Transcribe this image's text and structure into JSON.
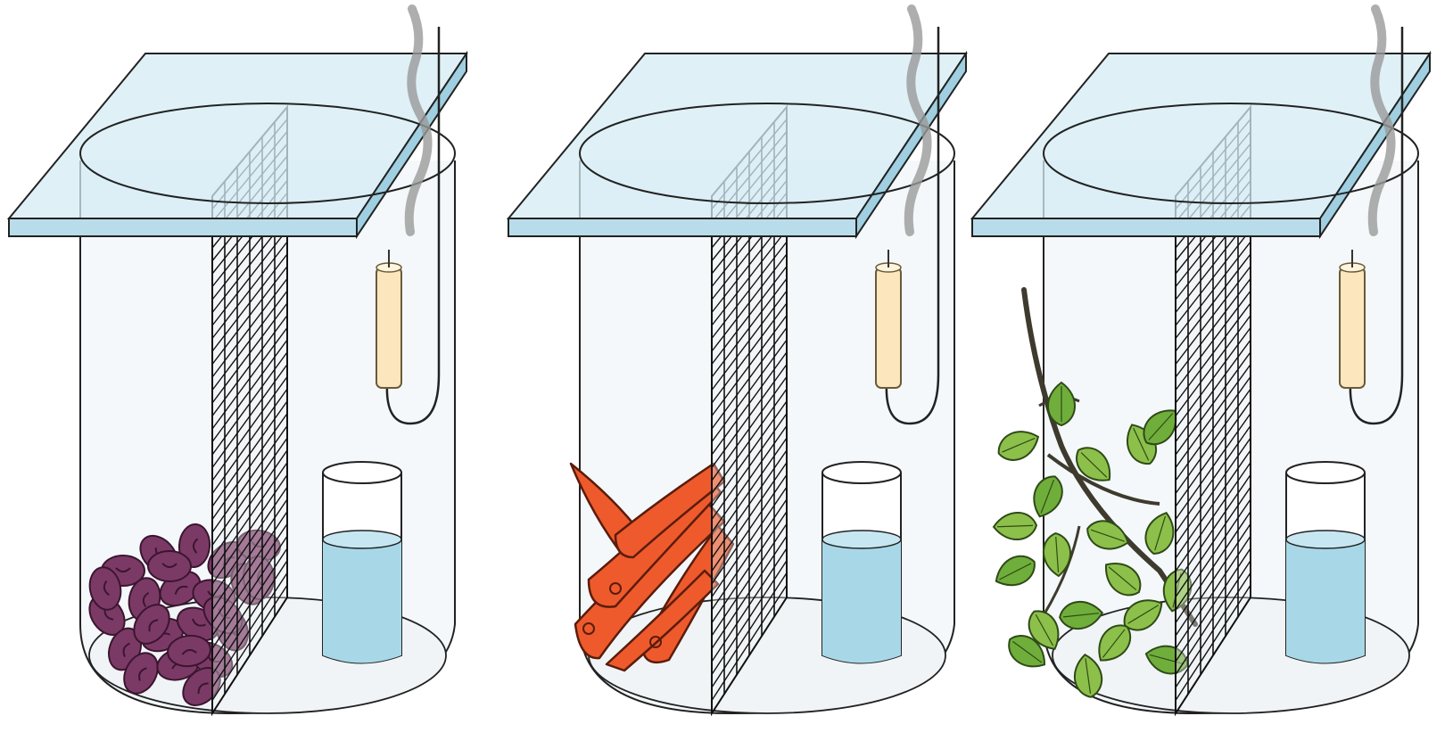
{
  "figure": {
    "setups": [
      {
        "id": "setup-1",
        "contents": "kidney-beans",
        "contents_color": "#7b3a66"
      },
      {
        "id": "setup-2",
        "contents": "carrots",
        "contents_color": "#ee5a2c"
      },
      {
        "id": "setup-3",
        "contents": "leafy-branch",
        "contents_color": "#8cc04a"
      }
    ],
    "colors": {
      "lid": "#d4ecf4",
      "jar_fill": "#f4f8fa",
      "mesh": "#111111",
      "candle": "#fbe6bd",
      "flame": "#f6bd55",
      "water": "#a8d8e8",
      "smoke": "#9a9a9a",
      "outline": "#222222"
    },
    "icons": [
      "glass-lid-icon",
      "wire-mesh-icon",
      "candle-icon",
      "smoke-icon",
      "water-glass-icon"
    ]
  }
}
